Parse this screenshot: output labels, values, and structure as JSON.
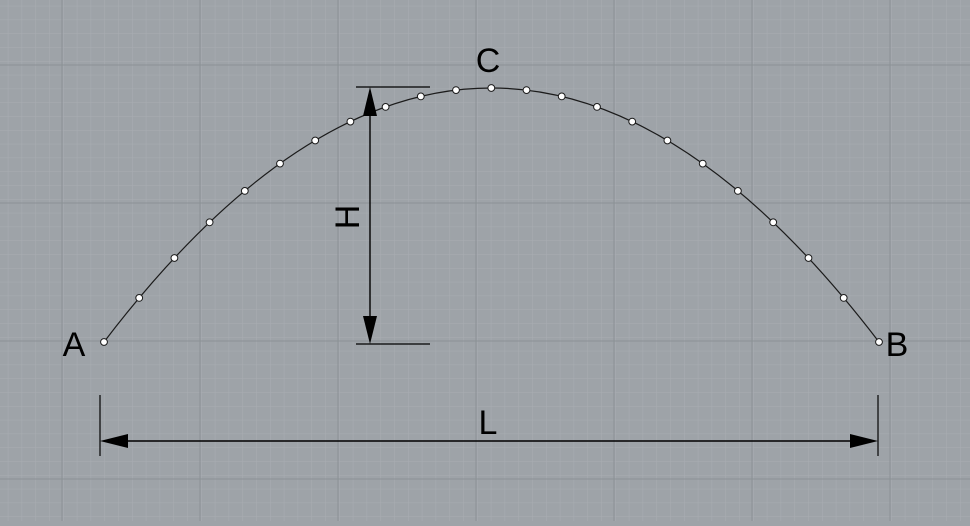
{
  "labels": {
    "point_a": "A",
    "point_b": "B",
    "point_c": "C",
    "height": "H",
    "length": "L"
  },
  "colors": {
    "background": "#9ea3a8",
    "grid_minor": "#a9adb2",
    "grid_major": "#8c9196",
    "curve": "#1b1b1b",
    "control_point_fill": "#ffffff"
  },
  "curve": {
    "control_point_count": 23
  }
}
